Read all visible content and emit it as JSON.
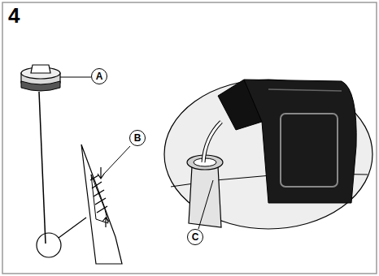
{
  "diagram": {
    "title": "4",
    "nodes": [
      {
        "text": [
          "A"
        ]
      },
      {
        "text": [
          "B"
        ]
      },
      {
        "text": [
          "C"
        ]
      }
    ]
  }
}
